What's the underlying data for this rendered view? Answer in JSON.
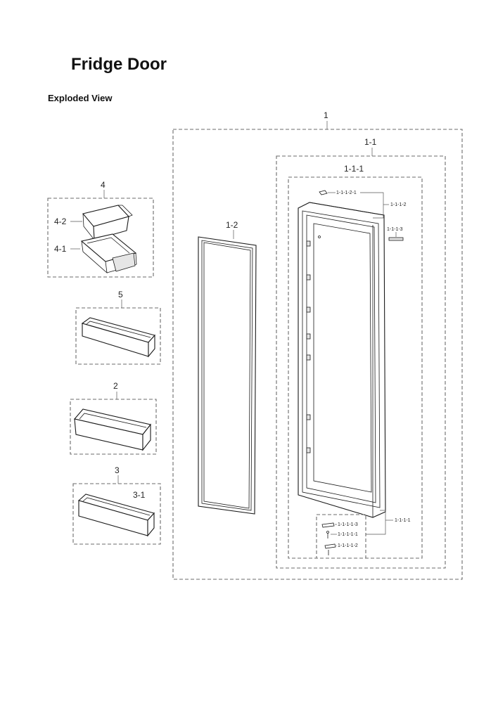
{
  "page": {
    "title": "Fridge Door",
    "subtitle": "Exploded View"
  },
  "labels": {
    "l1": "1",
    "l1_1": "1-1",
    "l1_1_1": "1-1-1",
    "l1_1_1_2_1": "1-1-1-2-1",
    "l1_1_1_2": "1-1-1-2",
    "l1_1_1_3": "1-1-1-3",
    "l1_1_1_1": "1-1-1-1",
    "l1_1_1_1_3": "1-1-1-1-3",
    "l1_1_1_1_1": "1-1-1-1-1",
    "l1_1_1_1_2": "1-1-1-1-2",
    "l1_2": "1-2",
    "l2": "2",
    "l3": "3",
    "l3_1": "3-1",
    "l4": "4",
    "l4_1": "4-1",
    "l4_2": "4-2",
    "l5": "5"
  }
}
